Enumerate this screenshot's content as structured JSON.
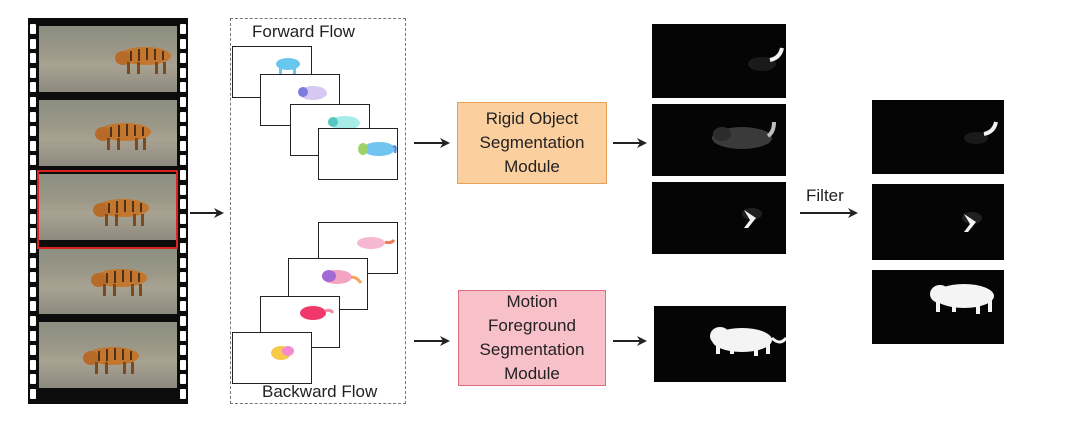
{
  "labels": {
    "forward_flow": "Forward Flow",
    "backward_flow": "Backward Flow",
    "filter": "Filter"
  },
  "modules": {
    "rigid": [
      "Rigid Object",
      "Segmentation",
      "Module"
    ],
    "motion": [
      "Motion",
      "Foreground",
      "Segmentation",
      "Module"
    ]
  },
  "colors": {
    "rigid_fill": "#fbcf9e",
    "motion_fill": "#f8c0c8",
    "highlight": "#d8241e"
  }
}
